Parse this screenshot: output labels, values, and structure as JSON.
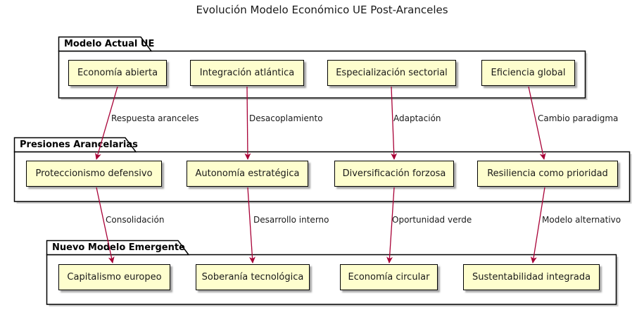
{
  "diagram": {
    "title": "Evolución Modelo Económico UE Post-Aranceles",
    "packages": [
      {
        "label": "Modelo Actual UE",
        "nodes": [
          "Economía abierta",
          "Integración atlántica",
          "Especialización sectorial",
          "Eficiencia global"
        ]
      },
      {
        "label": "Presiones Arancelarias",
        "nodes": [
          "Proteccionismo defensivo",
          "Autonomía estratégica",
          "Diversificación forzosa",
          "Resiliencia como prioridad"
        ]
      },
      {
        "label": "Nuevo Modelo Emergente",
        "nodes": [
          "Capitalismo europeo",
          "Soberanía tecnológica",
          "Economía circular",
          "Sustentabilidad integrada"
        ]
      }
    ],
    "edges": [
      {
        "from": "Economía abierta",
        "to": "Proteccionismo defensivo",
        "label": "Respuesta aranceles"
      },
      {
        "from": "Integración atlántica",
        "to": "Autonomía estratégica",
        "label": "Desacoplamiento"
      },
      {
        "from": "Especialización sectorial",
        "to": "Diversificación forzosa",
        "label": "Adaptación"
      },
      {
        "from": "Eficiencia global",
        "to": "Resiliencia como prioridad",
        "label": "Cambio paradigma"
      },
      {
        "from": "Proteccionismo defensivo",
        "to": "Capitalismo europeo",
        "label": "Consolidación"
      },
      {
        "from": "Autonomía estratégica",
        "to": "Soberanía tecnológica",
        "label": "Desarrollo interno"
      },
      {
        "from": "Diversificación forzosa",
        "to": "Economía circular",
        "label": "Oportunidad verde"
      },
      {
        "from": "Resiliencia como prioridad",
        "to": "Sustentabilidad integrada",
        "label": "Modelo alternativo"
      }
    ],
    "colors": {
      "node_fill": "#FEFECE",
      "node_border": "#000000",
      "package_border": "#000000",
      "edge": "#A80036",
      "background": "#FFFFFF",
      "text": "#1A1A1A"
    }
  }
}
